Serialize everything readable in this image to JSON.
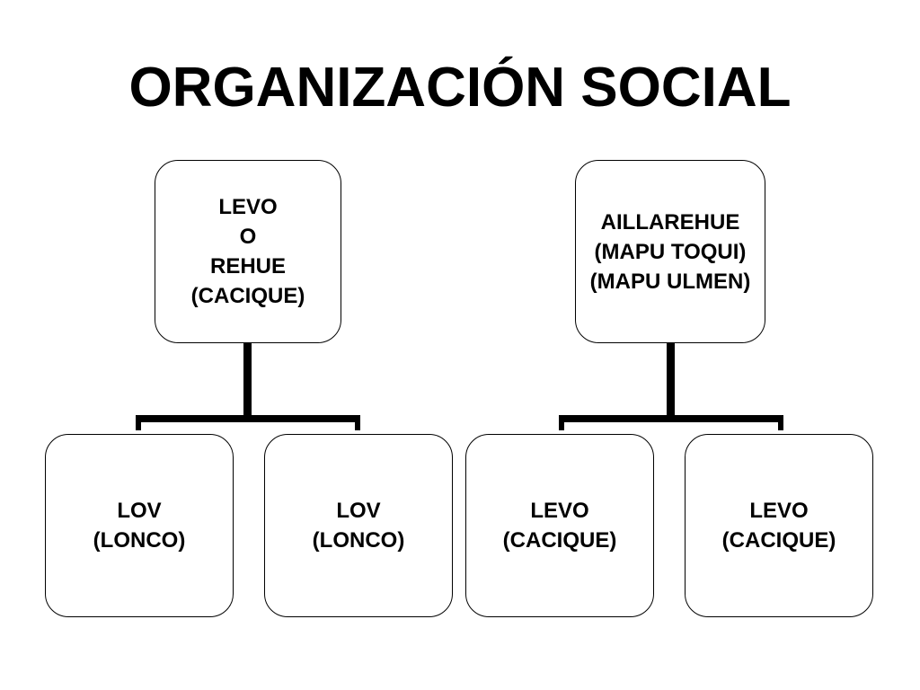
{
  "title": "ORGANIZACIÓN SOCIAL",
  "left_tree": {
    "root": {
      "lines": [
        "LEVO",
        "O",
        "REHUE",
        "(CACIQUE)"
      ]
    },
    "children": [
      {
        "lines": [
          "LOV",
          "(LONCO)"
        ]
      },
      {
        "lines": [
          "LOV",
          "(LONCO)"
        ]
      }
    ]
  },
  "right_tree": {
    "root": {
      "lines": [
        "AILLAREHUE",
        "(MAPU TOQUI)",
        "(MAPU ULMEN)"
      ]
    },
    "children": [
      {
        "lines": [
          "LEVO",
          "(CACIQUE)"
        ]
      },
      {
        "lines": [
          "LEVO",
          "(CACIQUE)"
        ]
      }
    ]
  }
}
